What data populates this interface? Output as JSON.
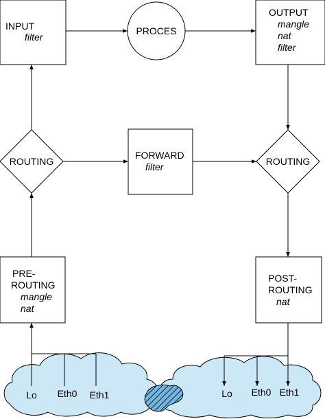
{
  "colors": {
    "cloud_fill": "#cce8f6",
    "hatch_fill": "#74b6e2",
    "line": "#000000",
    "background": "#ffffff"
  },
  "nodes": {
    "input": {
      "title": "INPUT",
      "sub": "filter"
    },
    "proces": {
      "title": "PROCES"
    },
    "output": {
      "title": "OUTPUT",
      "sub1": "mangle",
      "sub2": "nat",
      "sub3": "filter"
    },
    "routing_left": {
      "title": "ROUTING"
    },
    "forward": {
      "title": "FORWARD",
      "sub": "filter"
    },
    "routing_right": {
      "title": "ROUTING"
    },
    "prerouting": {
      "title1": "PRE-",
      "title2": "ROUTING",
      "sub1": "mangle",
      "sub2": "nat"
    },
    "postrouting": {
      "title1": "POST-",
      "title2": "ROUTING",
      "sub": "nat"
    }
  },
  "interfaces": {
    "left": [
      "Lo",
      "Eth0",
      "Eth1"
    ],
    "right": [
      "Lo",
      "Eth0",
      "Eth1"
    ]
  }
}
